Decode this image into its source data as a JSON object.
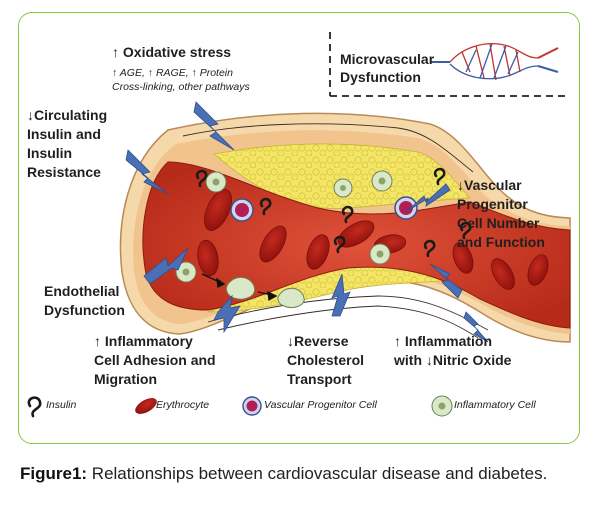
{
  "labels": {
    "oxidative_title": "↑ Oxidative stress",
    "oxidative_sub1": "↑ AGE, ↑ RAGE, ↑ Protein",
    "oxidative_sub2": "Cross-linking, other pathways",
    "microvascular1": "Microvascular",
    "microvascular2": "Dysfunction",
    "insulin1": "↓Circulating",
    "insulin2": "Insulin and",
    "insulin3": "Insulin",
    "insulin4": "Resistance",
    "vpc1": "↓Vascular",
    "vpc2": "Progenitor",
    "vpc3": "Cell Number",
    "vpc4": "and Function",
    "endo1": "Endothelial",
    "endo2": "Dysfunction",
    "inflam_adh1": "↑ Inflammatory",
    "inflam_adh2": "Cell Adhesion and",
    "inflam_adh3": "Migration",
    "rct1": "↓Reverse",
    "rct2": "Cholesterol",
    "rct3": "Transport",
    "no1": "↑ Inflammation",
    "no2": "with ↓Nitric Oxide"
  },
  "legend": {
    "insulin": "Insulin",
    "erythrocyte": "Erythrocyte",
    "vpc": "Vascular Progenitor Cell",
    "inflammatory": "Inflammatory Cell"
  },
  "caption": {
    "prefix": "Figure1:",
    "text": " Relationships between cardiovascular disease and diabetes."
  },
  "colors": {
    "frame": "#8ec63f",
    "blood": "#c8341f",
    "erythrocyte": "#a5140f",
    "plaque": "#f4e56a",
    "wall": "#f5d7a8",
    "bolt": "#4a6fb5"
  }
}
